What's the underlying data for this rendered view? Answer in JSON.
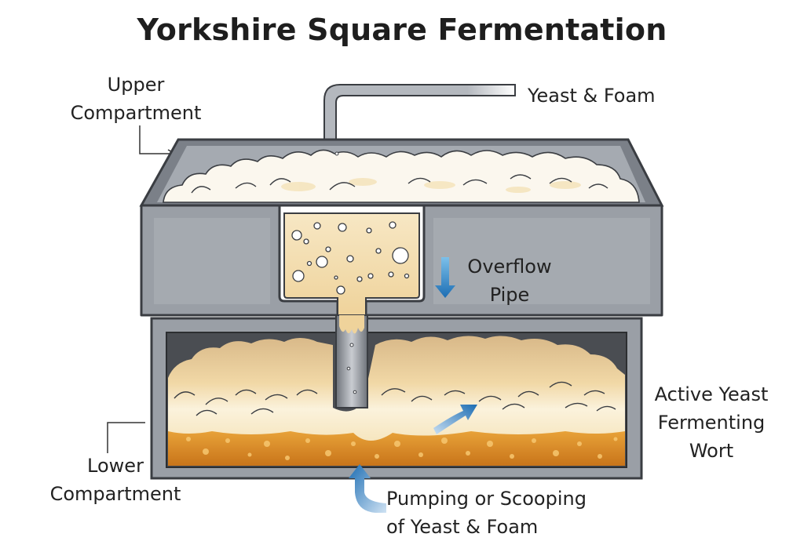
{
  "title": "Yorkshire Square Fermentation",
  "labels": {
    "upper_compartment": [
      "Upper",
      "Compartment"
    ],
    "yeast_foam": "Yeast & Foam",
    "overflow_pipe": [
      "Overflow",
      "Pipe"
    ],
    "active_yeast": [
      "Active Yeast",
      "Fermenting",
      "Wort"
    ],
    "lower_compartment": [
      "Lower",
      "Compartment"
    ],
    "pumping": [
      "Pumping or Scooping",
      "of Yeast & Foam"
    ]
  },
  "colors": {
    "vessel_gray": "#8e939b",
    "vessel_dark": "#4a4d52",
    "foam_white": "#fbf7ee",
    "foam_cream": "#f3dfb0",
    "wort_amber": "#d9861c",
    "arrow_blue": "#1f72b8"
  }
}
